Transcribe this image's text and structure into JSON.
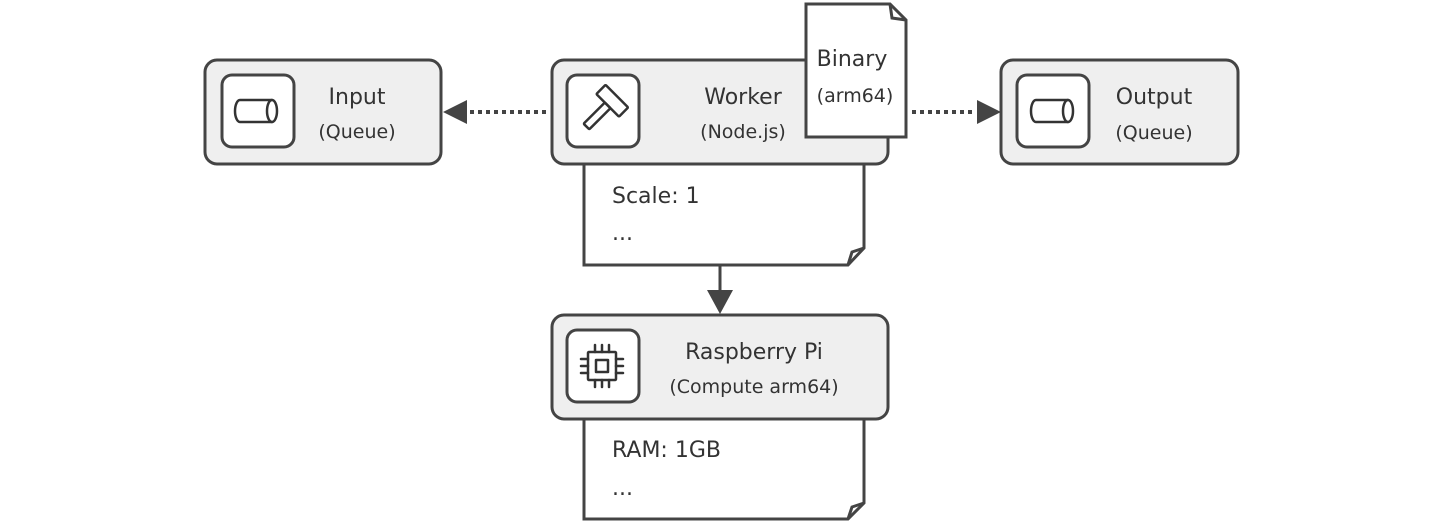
{
  "nodes": {
    "input": {
      "title": "Input",
      "subtitle": "(Queue)",
      "icon": "queue-cylinder-icon"
    },
    "worker": {
      "title": "Worker",
      "subtitle": "(Node.js)",
      "icon": "hammer-icon"
    },
    "output": {
      "title": "Output",
      "subtitle": "(Queue)",
      "icon": "queue-cylinder-icon"
    },
    "compute": {
      "title": "Raspberry Pi",
      "subtitle": "(Compute arm64)",
      "icon": "cpu-chip-icon"
    }
  },
  "binary": {
    "title": "Binary",
    "subtitle": "(arm64)"
  },
  "worker_notes": {
    "line1": "Scale: 1",
    "line2": "..."
  },
  "compute_notes": {
    "line1": "RAM: 1GB",
    "line2": "..."
  },
  "colors": {
    "stroke": "#444444",
    "box_fill": "#efefef",
    "text": "#333333"
  }
}
